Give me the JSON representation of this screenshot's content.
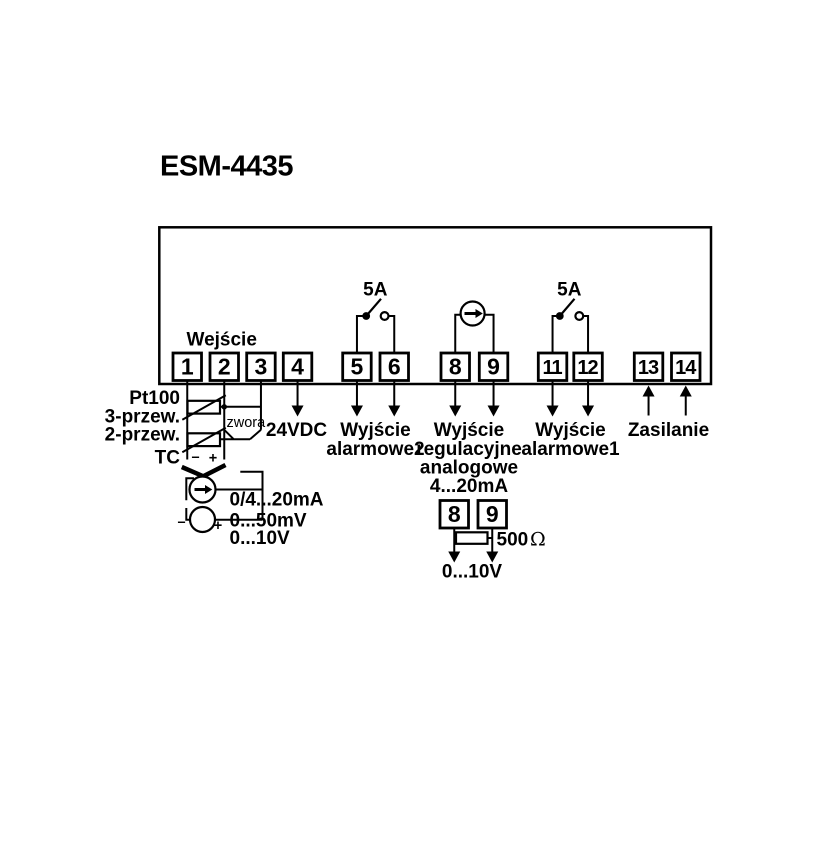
{
  "title": "ESM-4435",
  "panel": {
    "input_label": "Wejście",
    "terminals": [
      "1",
      "2",
      "3",
      "4",
      "5",
      "6",
      "8",
      "9",
      "11",
      "12",
      "13",
      "14"
    ],
    "relay_alarm2_rating": "5A",
    "relay_alarm1_rating": "5A"
  },
  "captions": {
    "power": "24VDC",
    "alarm2": {
      "line1": "Wyjście",
      "line2": "alarmowe2"
    },
    "analog": {
      "line1": "Wyjście",
      "line2": "regulacyjne",
      "line3": "analogowe",
      "line4": "4...20mA"
    },
    "alarm1": {
      "line1": "Wyjście",
      "line2": "alarmowe1"
    },
    "supply": "Zasilanie"
  },
  "sensors": {
    "pt100": "Pt100",
    "wire3": "3-przew.",
    "wire2": "2-przew.",
    "tc": "TC",
    "jumper": "zwora",
    "tc_minus": "–",
    "tc_plus": "+",
    "mv_minus": "–",
    "mv_plus": "+",
    "range_ma": "0/4...20mA",
    "range_mv": "0...50mV",
    "range_v": "0...10V"
  },
  "voltage_output": {
    "t8": "8",
    "t9": "9",
    "resistor_value": "500",
    "resistor_unit": "Ω",
    "range": "0...10V"
  }
}
